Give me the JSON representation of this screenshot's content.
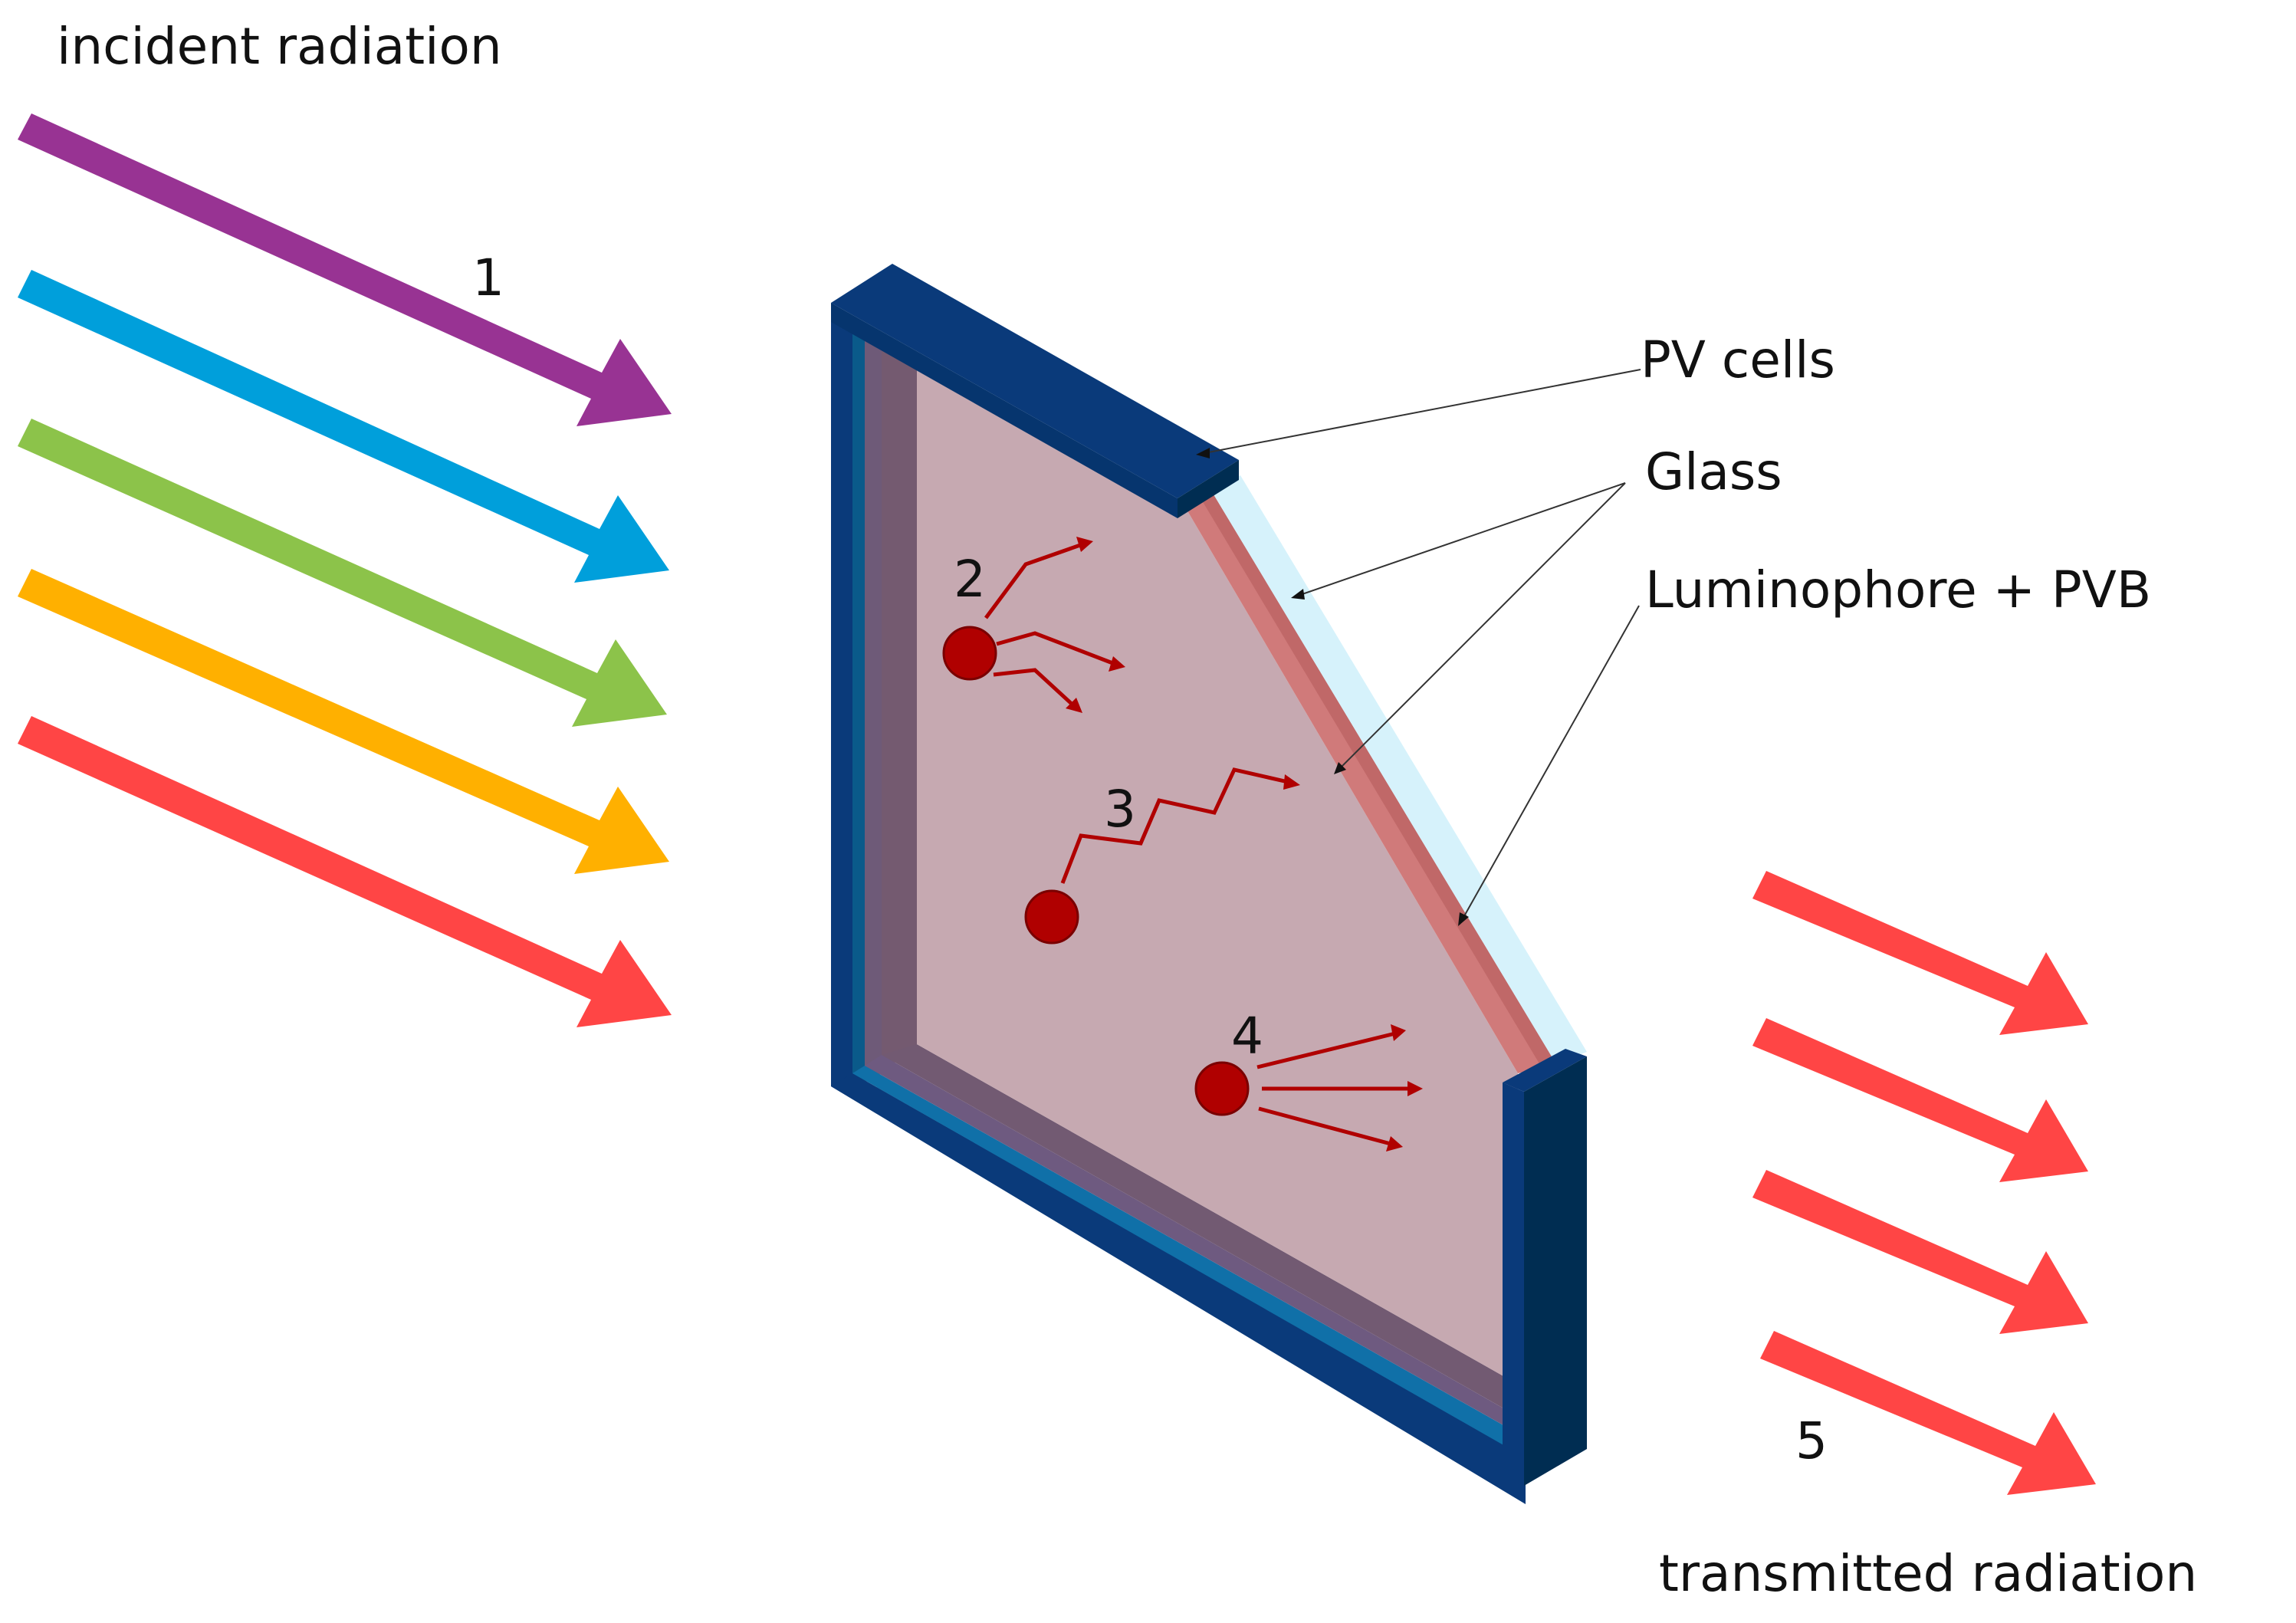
{
  "labels": {
    "incident": "incident radiation",
    "transmitted": "transmitted radiation",
    "pv_cells": "PV cells",
    "glass": "Glass",
    "luminophore": "Luminophore + PVB"
  },
  "numbers": {
    "n1": "1",
    "n2": "2",
    "n3": "3",
    "n4": "4",
    "n5": "5"
  },
  "colors": {
    "violet": "#983393",
    "blue": "#009fdb",
    "green": "#8cc34a",
    "orange": "#ffb000",
    "red": "#ff4545",
    "frame_dark": "#0a3a7a",
    "frame_side": "#002d52",
    "pane": "#c8a8b0",
    "luminophore_edge": "#d07a7a",
    "glass_edge": "#d6f2fb",
    "particle": "#b00000",
    "emission": "#b00000"
  }
}
